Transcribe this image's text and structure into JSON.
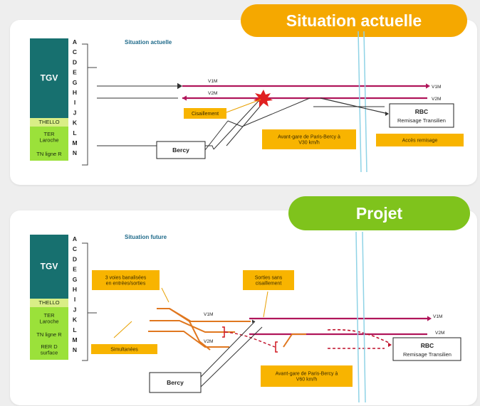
{
  "top": {
    "badge": "Situation actuelle",
    "section_title": "Situation actuelle",
    "letters": [
      "A",
      "C",
      "D",
      "E",
      "G",
      "H",
      "I",
      "J",
      "K",
      "L",
      "M",
      "N"
    ],
    "operators": [
      {
        "label": "TGV",
        "color": "#17706f",
        "text_color": "#ffffff"
      },
      {
        "label": "THELLO",
        "color": "#d9ee86",
        "text_color": "#1a2a10"
      },
      {
        "label": "TER\nLaroche",
        "color": "#9be13a",
        "text_color": "#1a2a10"
      },
      {
        "label": "TN ligne R",
        "color": "#9be13a",
        "text_color": "#1a2a10"
      }
    ],
    "track_labels": {
      "v1m_left": "V1M",
      "v2m_left": "V2M",
      "v1m_right": "V1M",
      "v2m_right": "V2M"
    },
    "callouts": {
      "cisaillement": "Cisaillement",
      "avant_gare": "Avant-gare de Paris-Bercy à\nV30 km/h",
      "acces": "Accès remisage"
    },
    "bercy": "Bercy",
    "rbc": {
      "title": "RBC",
      "subtitle": "Remisage Transilien"
    }
  },
  "bottom": {
    "badge": "Projet",
    "section_title": "Situation future",
    "letters": [
      "A",
      "C",
      "D",
      "E",
      "G",
      "H",
      "I",
      "J",
      "K",
      "L",
      "M",
      "N"
    ],
    "operators": [
      {
        "label": "TGV",
        "color": "#17706f",
        "text_color": "#ffffff"
      },
      {
        "label": "THELLO",
        "color": "#d9ee86",
        "text_color": "#1a2a10"
      },
      {
        "label": "TER\nLaroche",
        "color": "#9be13a",
        "text_color": "#1a2a10"
      },
      {
        "label": "TN ligne R",
        "color": "#9be13a",
        "text_color": "#1a2a10"
      },
      {
        "label": "RER D\nsurface",
        "color": "#9be13a",
        "text_color": "#1a2a10"
      }
    ],
    "track_labels": {
      "v1m_left": "V1M",
      "v2m_left": "V2M",
      "v1m_right": "V1M",
      "v2m_right": "V2M"
    },
    "callouts": {
      "voies": "3 voies banalisées\nen entrées/sorties",
      "sorties": "Sorties sans\ncisaillement",
      "simultanees": "Simultanées",
      "avant_gare": "Avant-gare de Paris-Bercy à\nV60 km/h"
    },
    "bercy": "Bercy",
    "rbc": {
      "title": "RBC",
      "subtitle": "Remisage Transilien"
    }
  },
  "colors": {
    "track": "#b0155a",
    "orange_track": "#e0771f",
    "callout": "#f8b400",
    "bracket": "#444444",
    "divider": "#8fd3e6",
    "title": "#1f6a8a"
  }
}
